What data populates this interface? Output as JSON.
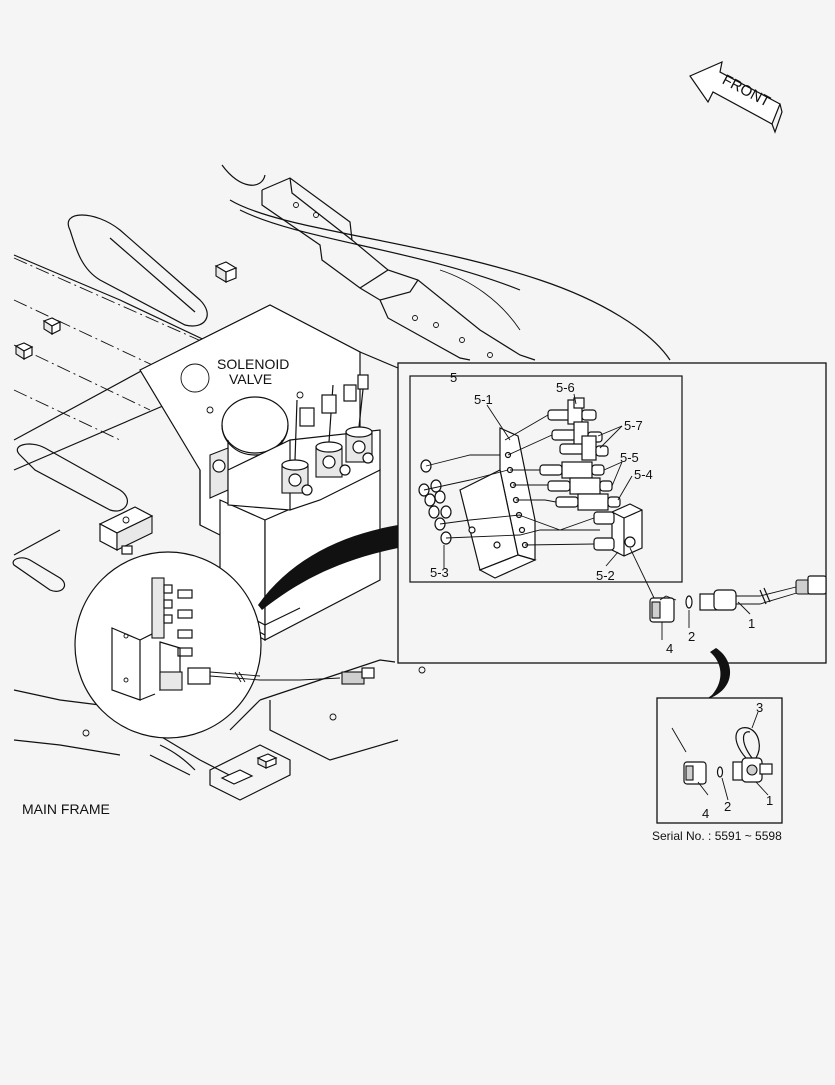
{
  "labels": {
    "front": "FRONT",
    "solenoid_line1": "SOLENOID",
    "solenoid_line2": "VALVE",
    "main_frame": "MAIN FRAME",
    "serial": "Serial No. : 5591 ~ 5598"
  },
  "callouts": {
    "p5": "5",
    "p5_1": "5-1",
    "p5_2": "5-2",
    "p5_3": "5-3",
    "p5_4": "5-4",
    "p5_5": "5-5",
    "p5_6": "5-6",
    "p5_7": "5-7",
    "p1": "1",
    "p2": "2",
    "p4": "4"
  },
  "serial_callouts": {
    "p1": "1",
    "p2": "2",
    "p3": "3",
    "p4": "4"
  }
}
